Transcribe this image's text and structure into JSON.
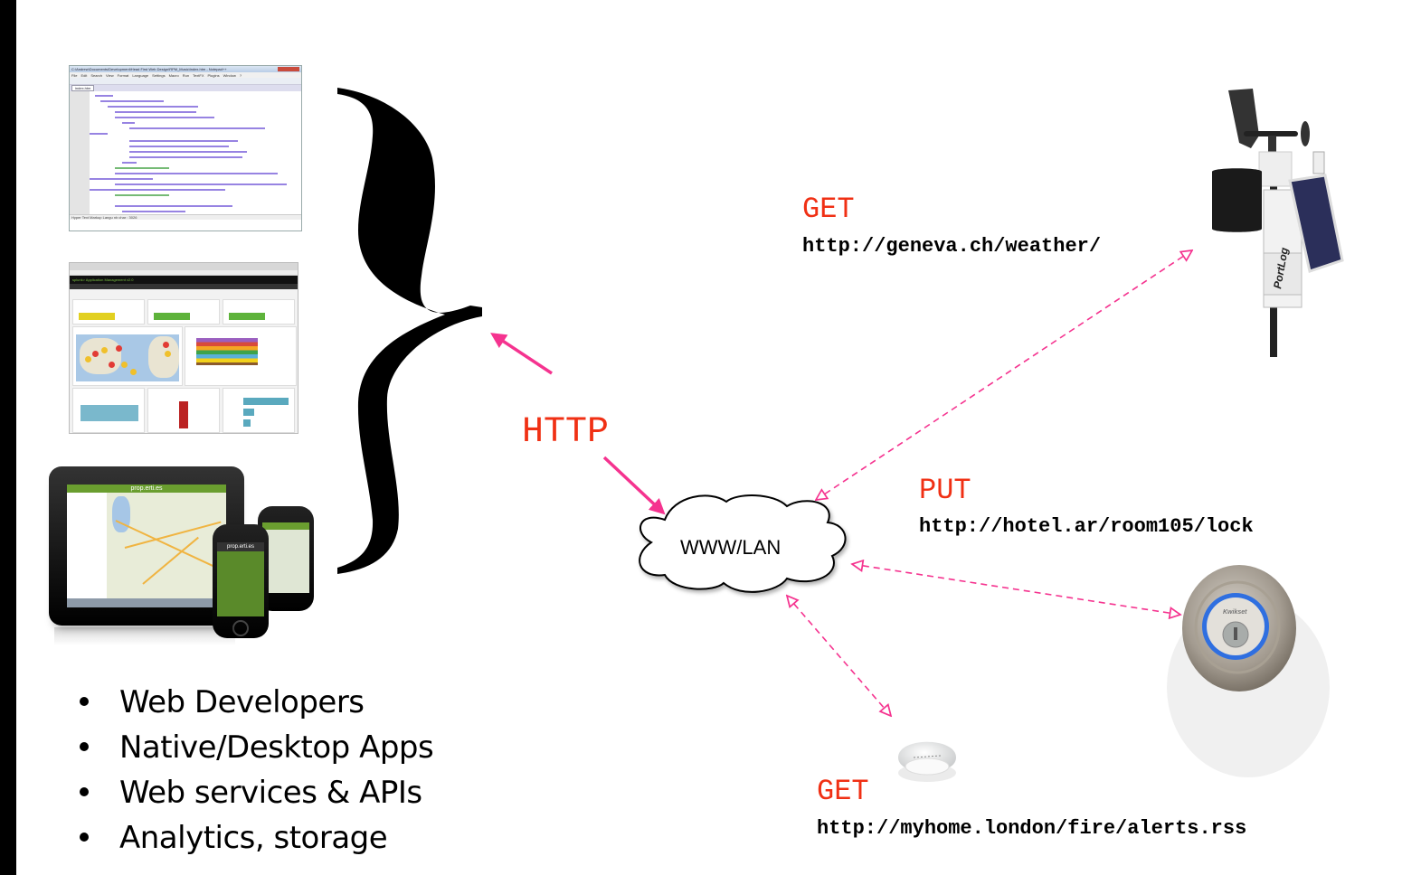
{
  "diagram": {
    "protocol_label": "HTTP",
    "network_label": "WWW/LAN",
    "clients": {
      "thumbnails": [
        {
          "name": "code-editor",
          "title": "C:\\Andrew\\Documents\\Development\\Head First Web Design\\RPM_Music\\index.htm - Notepad++",
          "menu": [
            "File",
            "Edit",
            "Search",
            "View",
            "Format",
            "Language",
            "Settings",
            "Macro",
            "Run",
            "TextFX",
            "Plugins",
            "Window",
            "?"
          ],
          "tab": "index.htm",
          "status": "Hyper Text Markup Langu  nb char : 3026"
        },
        {
          "name": "analytics-dashboard",
          "title": "splunk> Application Management v2.0"
        },
        {
          "name": "mobile-devices",
          "app_title": "prop.erti.es"
        }
      ],
      "bullets": [
        "Web Developers",
        "Native/Desktop Apps",
        "Web services & APIs",
        "Analytics, storage"
      ]
    },
    "endpoints": [
      {
        "device": "weather-station",
        "method": "GET",
        "url": "http://geneva.ch/weather/"
      },
      {
        "device": "smart-lock",
        "method": "PUT",
        "url": "http://hotel.ar/room105/lock"
      },
      {
        "device": "smoke-detector",
        "method": "GET",
        "url": "http://myhome.london/fire/alerts.rss"
      }
    ],
    "colors": {
      "method_text": "#f03014",
      "arrow": "#f5338f",
      "brace": "#000000"
    }
  }
}
